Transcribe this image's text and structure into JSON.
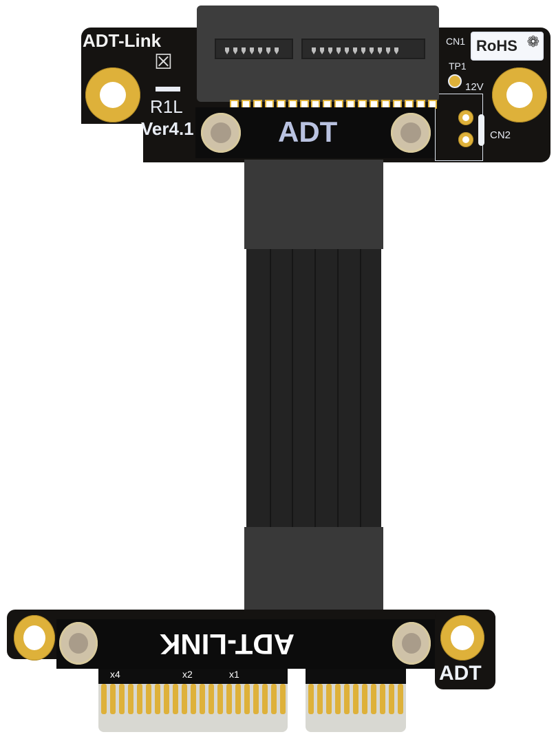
{
  "product": {
    "description": "PCIe x1 riser ribbon cable render",
    "top_board": {
      "brand_label": "ADT-Link",
      "model_label": "R1L",
      "version_label": "Ver4.1",
      "connector_label": "CN1",
      "power_connector_label": "CN2",
      "test_point_label": "TP1",
      "voltage_label": "12V",
      "compliance_label": "RoHS",
      "slot_bar_label": "ADT"
    },
    "bottom_board": {
      "bar_label": "ADT-LINK",
      "side_label": "ADT",
      "lane_labels": [
        "x4",
        "x2",
        "x1"
      ]
    },
    "colors": {
      "pcb": "#151311",
      "gold": "#deb13a",
      "silkscreen": "#e8ecf4",
      "adt_text_top": "#b9c2e0",
      "connector": "#3d3d3d",
      "ribbon": "#232323",
      "nut": "#cfc2a8"
    }
  }
}
